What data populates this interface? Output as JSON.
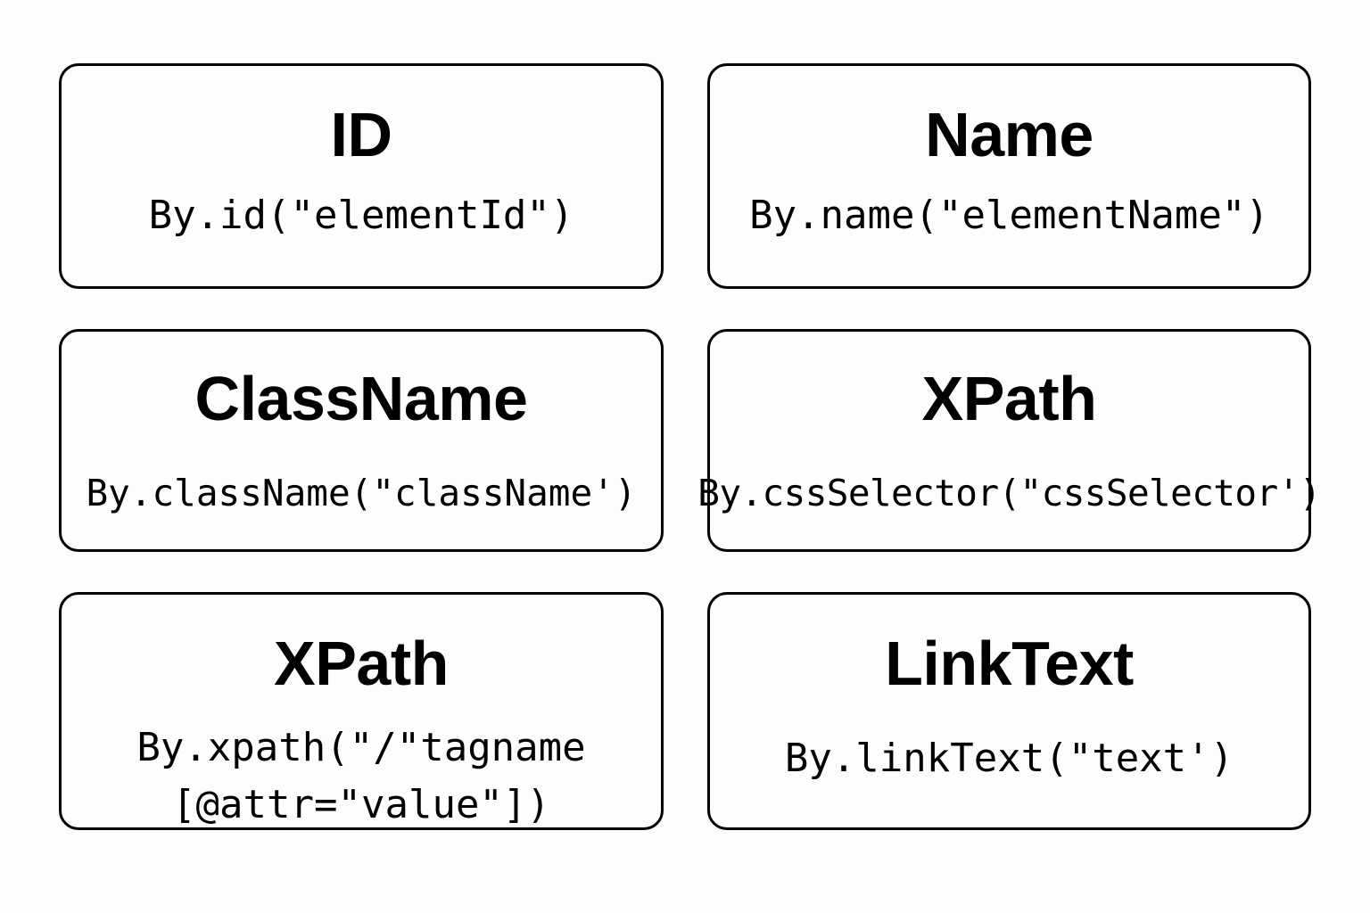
{
  "page": {
    "background_color": "#fdfdfd",
    "border_color": "#000000",
    "text_color": "#000000"
  },
  "cards": [
    {
      "title": "ID",
      "code": "By.id(\"elementId\")"
    },
    {
      "title": "Name",
      "code": "By.name(\"elementName\")"
    },
    {
      "title": "ClassName",
      "code": "By.className(\"className')"
    },
    {
      "title": "XPath",
      "code": "By.cssSelector(\"cssSelector')"
    },
    {
      "title": "XPath",
      "code": "By.xpath(\"/\"tagname\n[@attr=\"value\"])"
    },
    {
      "title": "LinkText",
      "code": "By.linkText(\"text')"
    }
  ]
}
